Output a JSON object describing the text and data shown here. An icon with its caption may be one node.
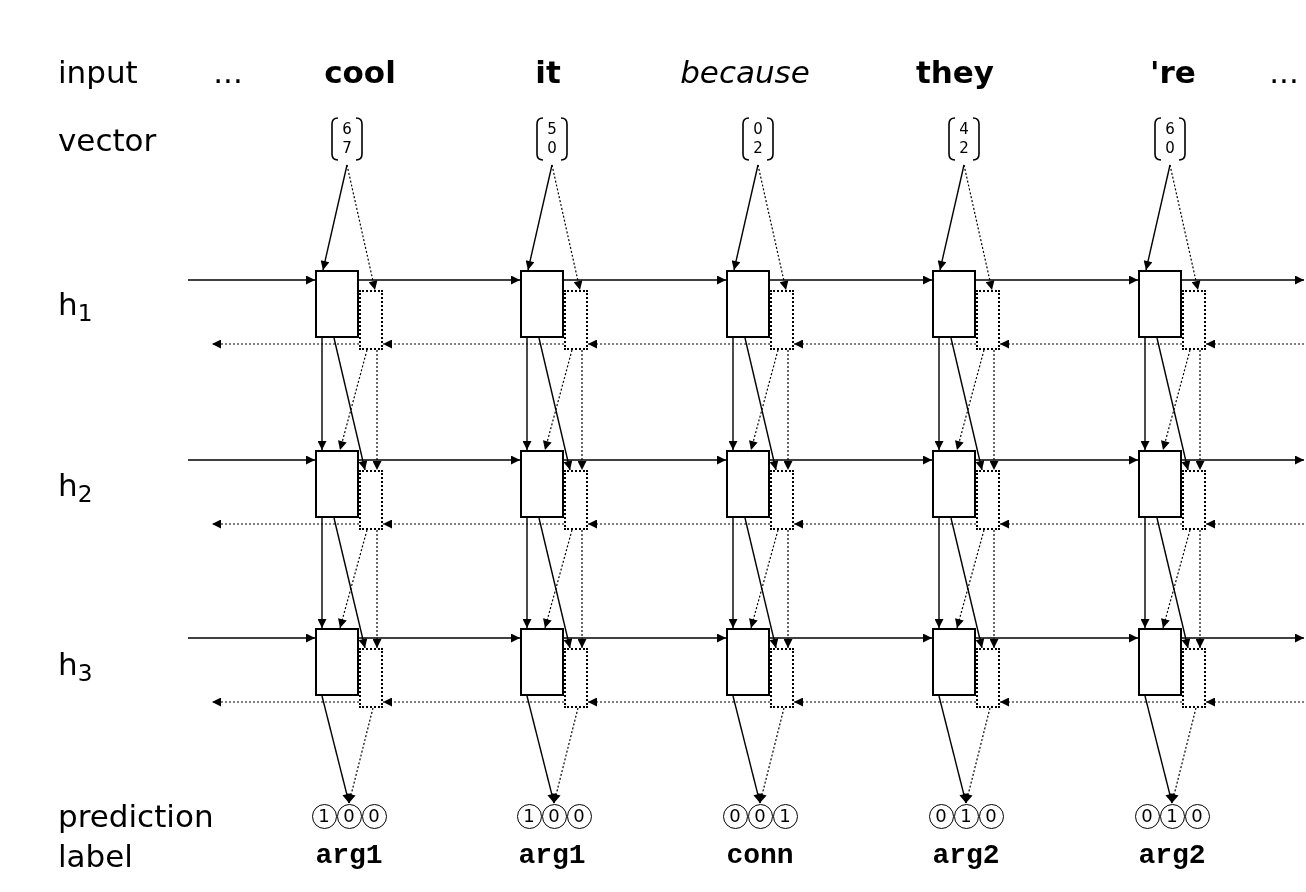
{
  "diagram": {
    "nodes": [
      {
        "text": [
          "6",
          "7"
        ]
      },
      {
        "text": [
          "5",
          "0"
        ]
      },
      {
        "text": [
          "0",
          "2"
        ]
      },
      {
        "text": [
          "4",
          "2"
        ]
      },
      {
        "text": [
          "6",
          "0"
        ]
      },
      {
        "text": [],
        "shape": "box"
      },
      {
        "text": [],
        "shape": "box"
      },
      {
        "text": [],
        "shape": "box"
      },
      {
        "text": [],
        "shape": "box"
      },
      {
        "text": [],
        "shape": "box"
      },
      {
        "text": [],
        "shape": "box"
      },
      {
        "text": [],
        "shape": "box"
      },
      {
        "text": [],
        "shape": "box"
      },
      {
        "text": [],
        "shape": "box"
      },
      {
        "text": [],
        "shape": "box"
      },
      {
        "text": [],
        "shape": "box"
      },
      {
        "text": [],
        "shape": "box"
      },
      {
        "text": [],
        "shape": "box"
      },
      {
        "text": [],
        "shape": "box"
      },
      {
        "text": [],
        "shape": "box"
      },
      {
        "text": [],
        "shape": "box"
      },
      {
        "text": [],
        "shape": "box"
      },
      {
        "text": [],
        "shape": "box"
      },
      {
        "text": [],
        "shape": "box"
      },
      {
        "text": [],
        "shape": "box"
      },
      {
        "text": [],
        "shape": "box"
      },
      {
        "text": [],
        "shape": "box"
      },
      {
        "text": [],
        "shape": "box"
      },
      {
        "text": [],
        "shape": "box"
      },
      {
        "text": [],
        "shape": "box"
      },
      {
        "text": [],
        "shape": "box"
      },
      {
        "text": [],
        "shape": "box"
      },
      {
        "text": [],
        "shape": "box"
      },
      {
        "text": [],
        "shape": "box"
      },
      {
        "text": [],
        "shape": "box"
      },
      {
        "text": [
          "1",
          "0",
          "0"
        ]
      },
      {
        "text": [
          "1",
          "0",
          "0"
        ]
      },
      {
        "text": [
          "0",
          "0",
          "1"
        ]
      },
      {
        "text": [
          "0",
          "1",
          "0"
        ]
      },
      {
        "text": [
          "0",
          "1",
          "0"
        ]
      }
    ],
    "edges": [
      {
        "from": 0,
        "to": 5,
        "arrow": "to"
      },
      {
        "from": 0,
        "to": 6,
        "arrow": "to",
        "style": "dashed"
      },
      {
        "from": 5,
        "to": 15,
        "arrow": "to"
      },
      {
        "from": 5,
        "to": 16,
        "arrow": "to"
      },
      {
        "from": 6,
        "to": 15,
        "arrow": "to",
        "style": "dashed"
      },
      {
        "from": 6,
        "to": 16,
        "arrow": "to",
        "style": "dashed"
      },
      {
        "from": 15,
        "to": 25,
        "arrow": "to"
      },
      {
        "from": 15,
        "to": 26,
        "arrow": "to"
      },
      {
        "from": 16,
        "to": 25,
        "arrow": "to",
        "style": "dashed"
      },
      {
        "from": 16,
        "to": 26,
        "arrow": "to",
        "style": "dashed"
      },
      {
        "from": 25,
        "to": 35,
        "arrow": "to"
      },
      {
        "from": 26,
        "to": 35,
        "arrow": "to",
        "style": "dashed"
      },
      {
        "from": 1,
        "to": 7,
        "arrow": "to"
      },
      {
        "from": 1,
        "to": 8,
        "arrow": "to",
        "style": "dashed"
      },
      {
        "from": 7,
        "to": 17,
        "arrow": "to"
      },
      {
        "from": 7,
        "to": 18,
        "arrow": "to"
      },
      {
        "from": 8,
        "to": 17,
        "arrow": "to",
        "style": "dashed"
      },
      {
        "from": 8,
        "to": 18,
        "arrow": "to",
        "style": "dashed"
      },
      {
        "from": 17,
        "to": 27,
        "arrow": "to"
      },
      {
        "from": 17,
        "to": 28,
        "arrow": "to"
      },
      {
        "from": 18,
        "to": 27,
        "arrow": "to",
        "style": "dashed"
      },
      {
        "from": 18,
        "to": 28,
        "arrow": "to",
        "style": "dashed"
      },
      {
        "from": 27,
        "to": 36,
        "arrow": "to"
      },
      {
        "from": 28,
        "to": 36,
        "arrow": "to",
        "style": "dashed"
      },
      {
        "from": 2,
        "to": 9,
        "arrow": "to"
      },
      {
        "from": 2,
        "to": 10,
        "arrow": "to",
        "style": "dashed"
      },
      {
        "from": 9,
        "to": 19,
        "arrow": "to"
      },
      {
        "from": 9,
        "to": 20,
        "arrow": "to"
      },
      {
        "from": 10,
        "to": 19,
        "arrow": "to",
        "style": "dashed"
      },
      {
        "from": 10,
        "to": 20,
        "arrow": "to",
        "style": "dashed"
      },
      {
        "from": 19,
        "to": 29,
        "arrow": "to"
      },
      {
        "from": 19,
        "to": 30,
        "arrow": "to"
      },
      {
        "from": 20,
        "to": 29,
        "arrow": "to",
        "style": "dashed"
      },
      {
        "from": 20,
        "to": 30,
        "arrow": "to",
        "style": "dashed"
      },
      {
        "from": 29,
        "to": 37,
        "arrow": "to"
      },
      {
        "from": 30,
        "to": 37,
        "arrow": "to",
        "style": "dashed"
      },
      {
        "from": 3,
        "to": 11,
        "arrow": "to"
      },
      {
        "from": 3,
        "to": 12,
        "arrow": "to",
        "style": "dashed"
      },
      {
        "from": 11,
        "to": 21,
        "arrow": "to"
      },
      {
        "from": 11,
        "to": 22,
        "arrow": "to"
      },
      {
        "from": 12,
        "to": 21,
        "arrow": "to",
        "style": "dashed"
      },
      {
        "from": 12,
        "to": 22,
        "arrow": "to",
        "style": "dashed"
      },
      {
        "from": 21,
        "to": 31,
        "arrow": "to"
      },
      {
        "from": 21,
        "to": 32,
        "arrow": "to"
      },
      {
        "from": 22,
        "to": 31,
        "arrow": "to",
        "style": "dashed"
      },
      {
        "from": 22,
        "to": 32,
        "arrow": "to",
        "style": "dashed"
      },
      {
        "from": 31,
        "to": 38,
        "arrow": "to"
      },
      {
        "from": 32,
        "to": 38,
        "arrow": "to",
        "style": "dashed"
      },
      {
        "from": 4,
        "to": 13,
        "arrow": "to"
      },
      {
        "from": 4,
        "to": 14,
        "arrow": "to",
        "style": "dashed"
      },
      {
        "from": 13,
        "to": 23,
        "arrow": "to"
      },
      {
        "from": 13,
        "to": 24,
        "arrow": "to"
      },
      {
        "from": 14,
        "to": 23,
        "arrow": "to",
        "style": "dashed"
      },
      {
        "from": 14,
        "to": 24,
        "arrow": "to",
        "style": "dashed"
      },
      {
        "from": 23,
        "to": 33,
        "arrow": "to"
      },
      {
        "from": 23,
        "to": 34,
        "arrow": "to"
      },
      {
        "from": 24,
        "to": 33,
        "arrow": "to",
        "style": "dashed"
      },
      {
        "from": 24,
        "to": 34,
        "arrow": "to",
        "style": "dashed"
      },
      {
        "from": 33,
        "to": 39,
        "arrow": "to"
      },
      {
        "from": 34,
        "to": 39,
        "arrow": "to",
        "style": "dashed"
      },
      {
        "from": null,
        "to": 5,
        "arrow": "to"
      },
      {
        "from": 6,
        "to": null,
        "arrow": "to",
        "style": "dashed"
      },
      {
        "from": 5,
        "to": 7,
        "arrow": "to"
      },
      {
        "from": 8,
        "to": 6,
        "arrow": "to",
        "style": "dashed"
      },
      {
        "from": 7,
        "to": 9,
        "arrow": "to"
      },
      {
        "from": 10,
        "to": 8,
        "arrow": "to",
        "style": "dashed"
      },
      {
        "from": 9,
        "to": 11,
        "arrow": "to"
      },
      {
        "from": 12,
        "to": 10,
        "arrow": "to",
        "style": "dashed"
      },
      {
        "from": 11,
        "to": 13,
        "arrow": "to"
      },
      {
        "from": 14,
        "to": 12,
        "arrow": "to",
        "style": "dashed"
      },
      {
        "from": 13,
        "to": null,
        "arrow": "to"
      },
      {
        "from": null,
        "to": 14,
        "arrow": "to",
        "style": "dashed"
      },
      {
        "from": null,
        "to": 15,
        "arrow": "to"
      },
      {
        "from": 16,
        "to": null,
        "arrow": "to",
        "style": "dashed"
      },
      {
        "from": 15,
        "to": 17,
        "arrow": "to"
      },
      {
        "from": 18,
        "to": 16,
        "arrow": "to",
        "style": "dashed"
      },
      {
        "from": 17,
        "to": 19,
        "arrow": "to"
      },
      {
        "from": 20,
        "to": 18,
        "arrow": "to",
        "style": "dashed"
      },
      {
        "from": 19,
        "to": 21,
        "arrow": "to"
      },
      {
        "from": 22,
        "to": 20,
        "arrow": "to",
        "style": "dashed"
      },
      {
        "from": 21,
        "to": 23,
        "arrow": "to"
      },
      {
        "from": 24,
        "to": 22,
        "arrow": "to",
        "style": "dashed"
      },
      {
        "from": 23,
        "to": null,
        "arrow": "to"
      },
      {
        "from": null,
        "to": 24,
        "arrow": "to",
        "style": "dashed"
      },
      {
        "from": null,
        "to": 25,
        "arrow": "to"
      },
      {
        "from": 26,
        "to": null,
        "arrow": "to",
        "style": "dashed"
      },
      {
        "from": 25,
        "to": 27,
        "arrow": "to"
      },
      {
        "from": 28,
        "to": 26,
        "arrow": "to",
        "style": "dashed"
      },
      {
        "from": 27,
        "to": 29,
        "arrow": "to"
      },
      {
        "from": 30,
        "to": 28,
        "arrow": "to",
        "style": "dashed"
      },
      {
        "from": 29,
        "to": 31,
        "arrow": "to"
      },
      {
        "from": 32,
        "to": 30,
        "arrow": "to",
        "style": "dashed"
      },
      {
        "from": 31,
        "to": 33,
        "arrow": "to"
      },
      {
        "from": 34,
        "to": 32,
        "arrow": "to",
        "style": "dashed"
      },
      {
        "from": 33,
        "to": null,
        "arrow": "to"
      },
      {
        "from": null,
        "to": 34,
        "arrow": "to",
        "style": "dashed"
      }
    ],
    "labels": [
      "input",
      "...",
      "cool",
      "it",
      "because",
      "they",
      "'re",
      "...",
      "vector",
      "h$_{1}$",
      "h$_{2}$",
      "h$_{3}$",
      "prediction",
      "label",
      "arg1",
      "arg1",
      "conn",
      "arg2",
      "arg2"
    ]
  }
}
